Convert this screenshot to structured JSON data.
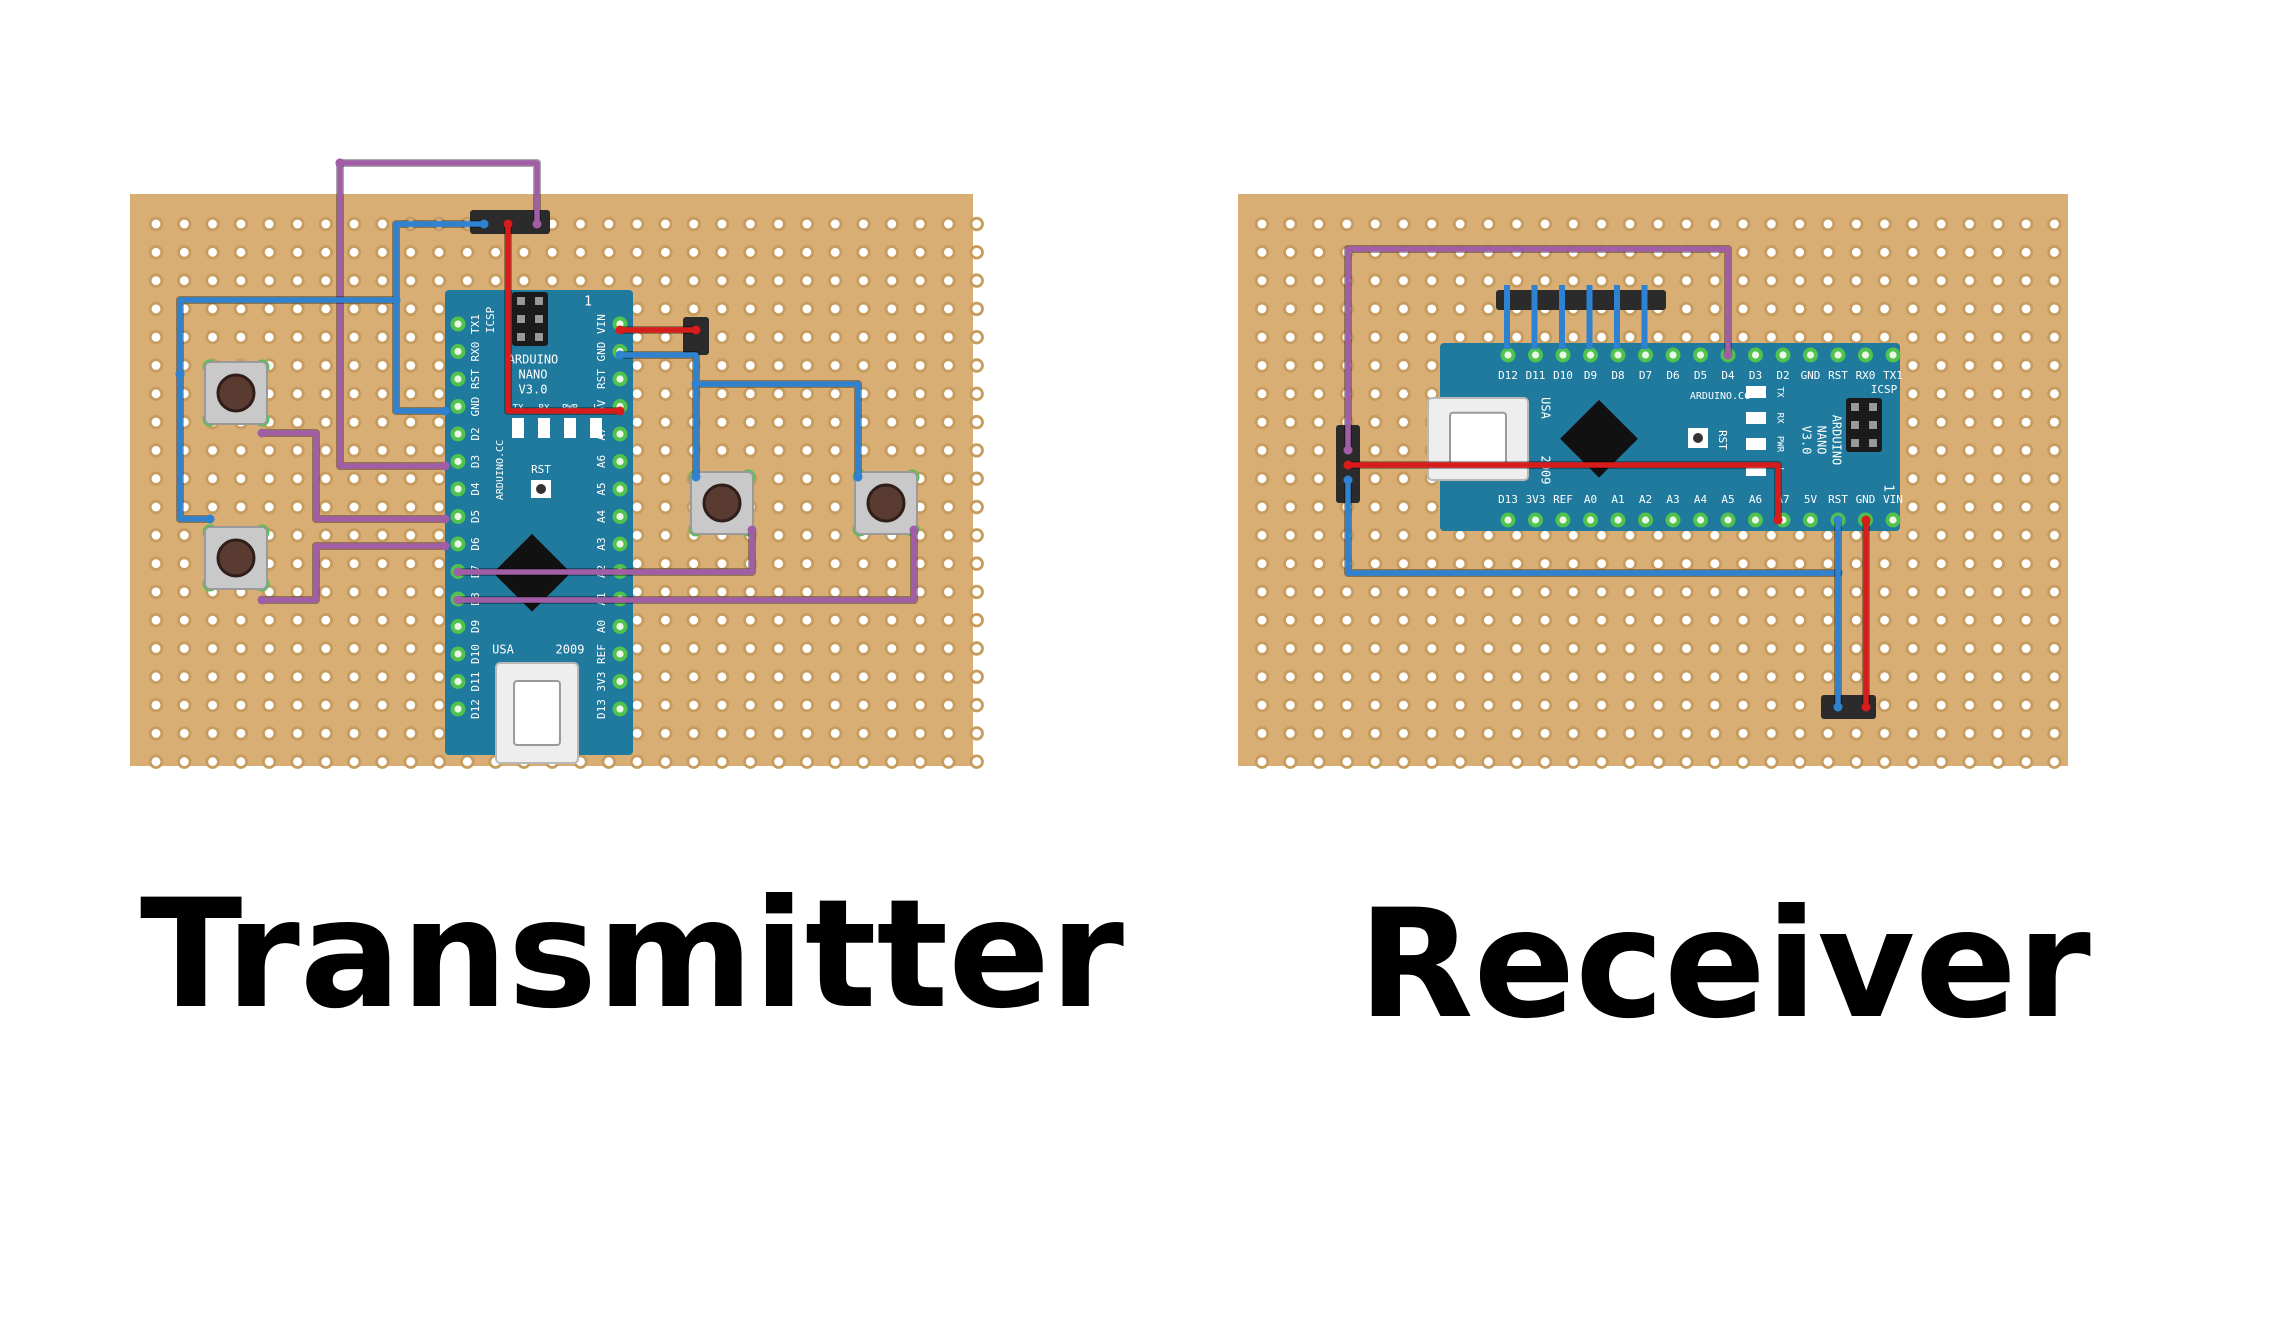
{
  "colors": {
    "board": "#d9ae74",
    "hole": "#ffffff",
    "nano": "#1f7a9e",
    "pad_ring": "#52c24f",
    "wire_blue": "#2f82cf",
    "wire_red": "#d81b1b",
    "wire_purple": "#a15ea6",
    "button_cap": "#5a3b32"
  },
  "transmitter": {
    "caption": "Transmitter",
    "nano": {
      "icsp": "ICSP",
      "model": [
        "ARDUINO",
        "NANO",
        "V3.0"
      ],
      "pin_one": "1",
      "left_pins": [
        "TX1",
        "RX0",
        "RST",
        "GND",
        "D2",
        "D3",
        "D4",
        "D5",
        "D6",
        "D7",
        "D8",
        "D9",
        "D10",
        "D11",
        "D12"
      ],
      "right_pins": [
        "VIN",
        "GND",
        "RST",
        "5V",
        "A7",
        "A6",
        "A5",
        "A4",
        "A3",
        "A2",
        "A1",
        "A0",
        "REF",
        "3V3",
        "D13"
      ],
      "led_labels": [
        "TX",
        "RX",
        "PWR",
        "L"
      ],
      "rst_label": "RST",
      "site": "ARDUINO.CC",
      "usa": "USA",
      "year": "2009"
    }
  },
  "receiver": {
    "caption": "Receiver",
    "nano": {
      "icsp": "ICSP",
      "model": [
        "ARDUINO",
        "NANO",
        "V3.0"
      ],
      "pin_one": "1",
      "top_pins": [
        "D12",
        "D11",
        "D10",
        "D9",
        "D8",
        "D7",
        "D6",
        "D5",
        "D4",
        "D3",
        "D2",
        "GND",
        "RST",
        "RX0",
        "TX1"
      ],
      "bottom_pins": [
        "D13",
        "3V3",
        "REF",
        "A0",
        "A1",
        "A2",
        "A3",
        "A4",
        "A5",
        "A6",
        "A7",
        "5V",
        "RST",
        "GND",
        "VIN"
      ],
      "led_labels": [
        "TX",
        "RX",
        "PWR",
        "L"
      ],
      "rst_label": "RST",
      "site": "ARDUINO.CC",
      "usa": "USA",
      "year": "2009"
    }
  }
}
